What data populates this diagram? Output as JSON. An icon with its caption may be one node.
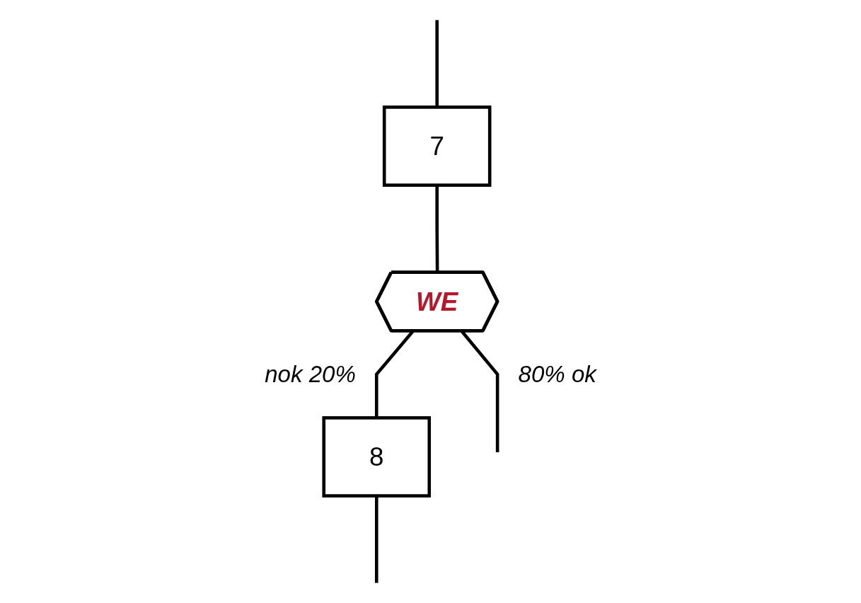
{
  "diagram": {
    "nodes": [
      {
        "text": [
          "7"
        ]
      },
      {
        "text": [
          "WE"
        ]
      },
      {
        "text": [
          "8"
        ]
      }
    ],
    "edges": [
      {
        "from": null,
        "to": 0,
        "arrow": "none"
      },
      {
        "from": 0,
        "to": 1,
        "arrow": "none"
      },
      {
        "from": 1,
        "to": 2,
        "label": "nok 20%",
        "arrow": "none"
      },
      {
        "from": 1,
        "to": null,
        "label": "80% ok",
        "arrow": "none"
      },
      {
        "from": 2,
        "to": null,
        "arrow": "none"
      }
    ]
  }
}
